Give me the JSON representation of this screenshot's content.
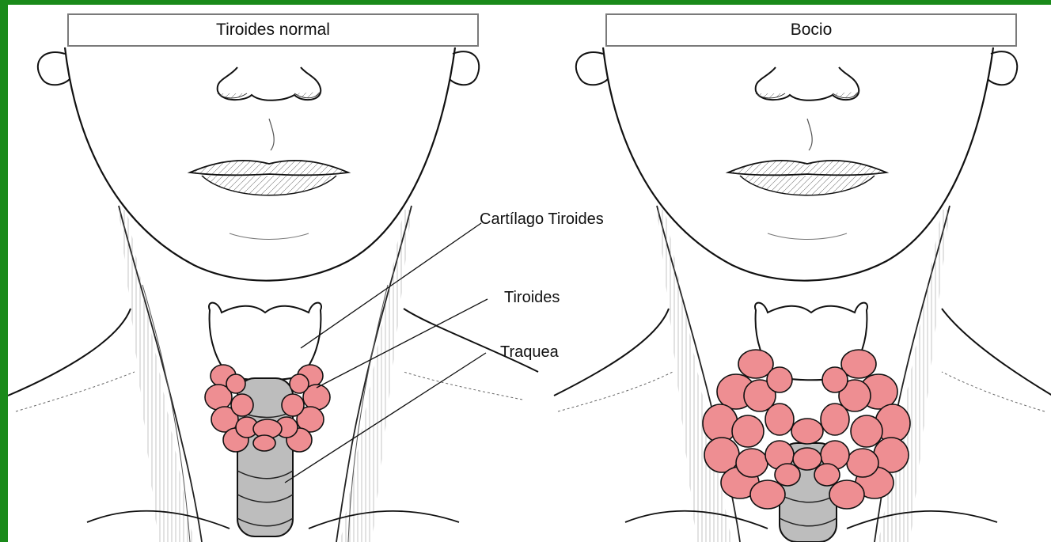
{
  "panels": {
    "left": {
      "title": "Tiroides normal"
    },
    "right": {
      "title": "Bocio"
    }
  },
  "labels": {
    "cartilage": "Cartílago Tiroides",
    "thyroid": "Tiroides",
    "trachea": "Traquea"
  },
  "colors": {
    "frame": "#1a8a1a",
    "thyroid_fill": "#ee8e92",
    "trachea_fill": "#bdbdbd",
    "line": "#222222"
  }
}
